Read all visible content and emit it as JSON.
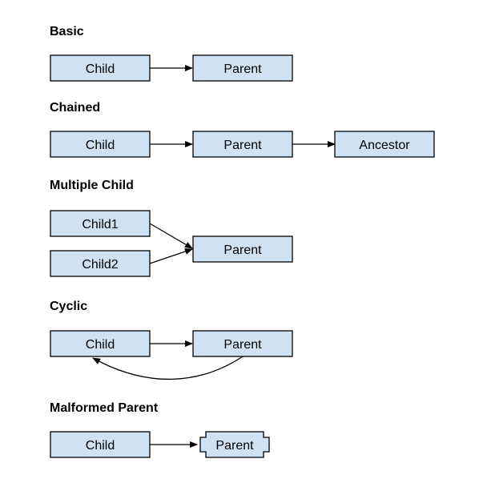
{
  "colors": {
    "node_fill": "#cfe2f3",
    "node_stroke": "#000000",
    "edge": "#000000",
    "background": "#ffffff"
  },
  "sections": {
    "basic": {
      "title": "Basic",
      "child": "Child",
      "parent": "Parent"
    },
    "chained": {
      "title": "Chained",
      "child": "Child",
      "parent": "Parent",
      "ancestor": "Ancestor"
    },
    "multiple_child": {
      "title": "Multiple Child",
      "child1": "Child1",
      "child2": "Child2",
      "parent": "Parent"
    },
    "cyclic": {
      "title": "Cyclic",
      "child": "Child",
      "parent": "Parent"
    },
    "malformed_parent": {
      "title": "Malformed Parent",
      "child": "Child",
      "parent": "Parent"
    }
  }
}
